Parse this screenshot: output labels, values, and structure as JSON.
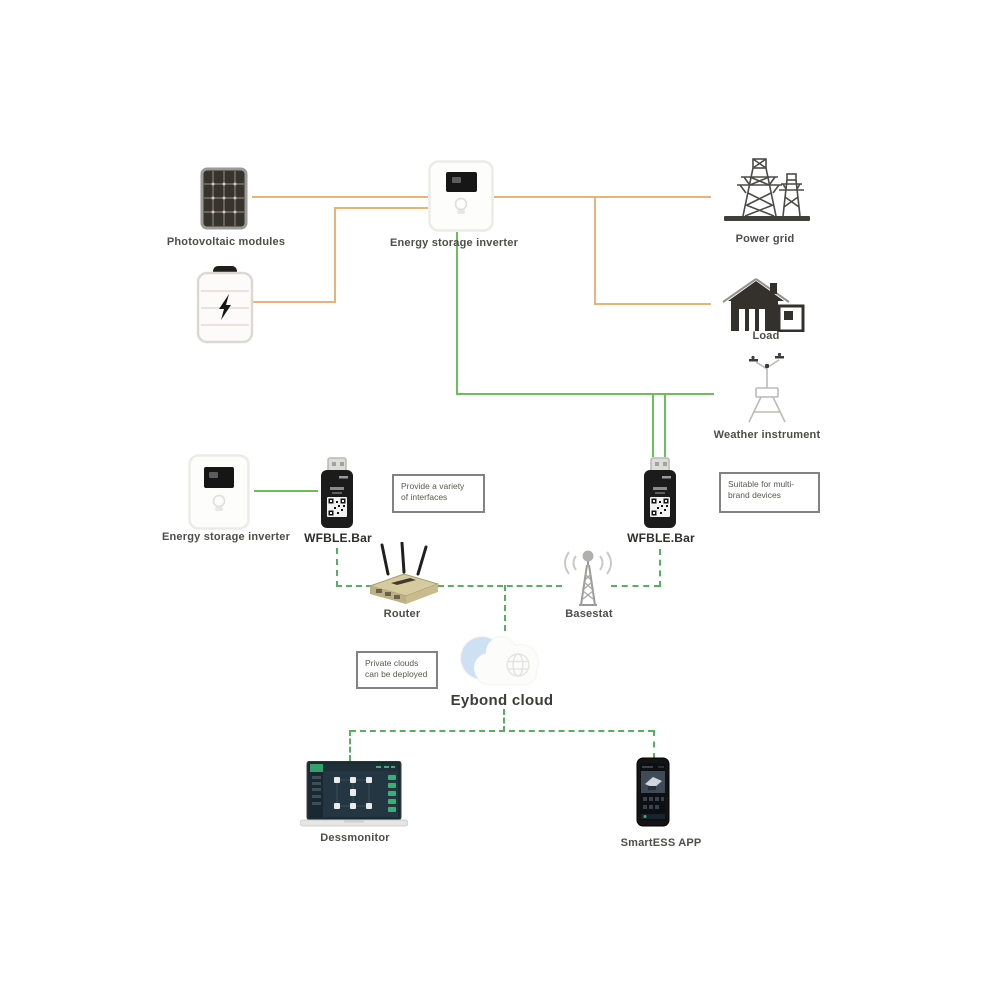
{
  "diagram": {
    "type": "system-architecture",
    "colors": {
      "power_line": "#e9b377",
      "data_line_solid": "#6cbe5c",
      "data_line_dashed": "#55b060",
      "label_text": "#4d4d4a",
      "callout_border": "#82827f",
      "cloud_fill": "#cde1f2"
    },
    "nodes": {
      "pv": {
        "label": "Photovoltaic modules",
        "icon": "solar-panel-icon"
      },
      "battery": {
        "icon": "battery-icon"
      },
      "inverter_top": {
        "label": "Energy storage inverter",
        "icon": "inverter-icon"
      },
      "power_grid": {
        "label": "Power grid",
        "icon": "transmission-towers-icon"
      },
      "load": {
        "label": "Load",
        "icon": "house-icon"
      },
      "weather": {
        "label": "Weather instrument",
        "icon": "weather-station-icon"
      },
      "inverter_left": {
        "label": "Energy storage inverter",
        "icon": "inverter-icon"
      },
      "wfble_left": {
        "label": "WFBLE.Bar",
        "icon": "usb-dongle-icon"
      },
      "wfble_right": {
        "label": "WFBLE.Bar",
        "icon": "usb-dongle-icon"
      },
      "router": {
        "label": "Router",
        "icon": "router-icon"
      },
      "basestat": {
        "label": "Basestat",
        "icon": "cell-tower-icon"
      },
      "cloud": {
        "label": "Eybond cloud",
        "icon": "cloud-icon"
      },
      "dessmonitor": {
        "label": "Dessmonitor",
        "icon": "laptop-dashboard-icon"
      },
      "smartess": {
        "label": "SmartESS APP",
        "icon": "smartphone-icon"
      }
    },
    "callouts": {
      "interfaces": {
        "line1": "Provide a variety",
        "line2": "of interfaces"
      },
      "brands": {
        "line1": "Suitable for multi-",
        "line2": "brand devices"
      },
      "private_cloud": {
        "line1": "Private clouds",
        "line2": "can be deployed"
      }
    }
  }
}
